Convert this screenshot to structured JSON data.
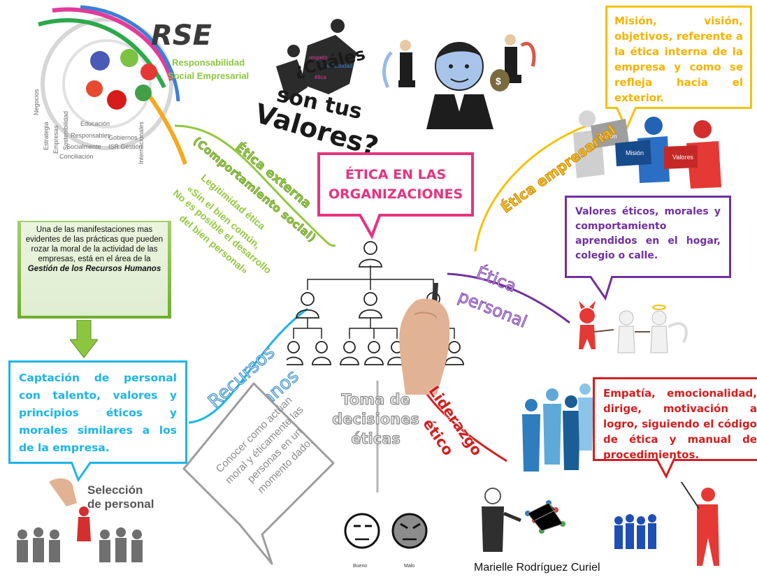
{
  "central": {
    "title": "ÉTICA EN LAS ORGANIZACIONES"
  },
  "rse": {
    "title": "RSE",
    "subtitle": "Responsabilidad Social Empresarial"
  },
  "valores_image": {
    "line1": "¿Cuáles",
    "line2": "son tus",
    "line3": "Valores?"
  },
  "empresarial_box": {
    "text": "Misión, visión, objetivos, referente a la ética interna de la empresa y como se refleja hacia el exterior."
  },
  "etica_empresarial": {
    "label": "Ética empresarial"
  },
  "vision_image": {
    "labels": [
      "Visión",
      "Misión",
      "Valores"
    ]
  },
  "etica_externa": {
    "label": "Ética externa",
    "sublabel": "(Comportamiento social)",
    "quote_line1": "Legitimidad ética",
    "quote_line2": "«Sin el bien común,",
    "quote_line3": "No es posible el desarrollo",
    "quote_line4": "del bien personal»"
  },
  "personal_box": {
    "text": "Valores éticos, morales y comportamiento aprendidos en el hogar, colegio o calle."
  },
  "etica_personal": {
    "label_line1": "Ética",
    "label_line2": "personal"
  },
  "rrhh_note": {
    "text_pre": "Una de las manifestaciones mas evidentes de las prácticas que pueden rozar la moral de la actividad de las empresas, está en el área de la ",
    "text_em": "Gestión de los Recursos Humanos"
  },
  "rrhh_box": {
    "text": "Captación de personal con talento, valores y principios éticos y morales similares a los de la empresa."
  },
  "recursos_humanos": {
    "line1": "Recursos",
    "line2": "Humanos"
  },
  "seleccion": {
    "line1": "Selección",
    "line2": "de personal"
  },
  "decisiones": {
    "line1": "Toma de",
    "line2": "decisiones",
    "line3": "éticas"
  },
  "decisiones_box": {
    "text": "Conocer como actúan moral y éticamente las personas en un momento dado."
  },
  "bueno_malo": {
    "bueno": "Bueno",
    "malo": "Malo"
  },
  "liderazgo": {
    "line1": "Liderazgo",
    "line2": "ético"
  },
  "liderazgo_box": {
    "text": "Empatía, emocionalidad, dirige, motivación a logro, siguiendo el código de ética y manual de procedimientos."
  },
  "author": {
    "name": "Marielle Rodríguez Curiel"
  },
  "colors": {
    "pink": "#e6337f",
    "green": "#92c83e",
    "gold": "#f4c20d",
    "purple": "#7030a0",
    "blue": "#1cb5e6",
    "gray": "#9d9d9d",
    "red": "#d21f1f"
  }
}
